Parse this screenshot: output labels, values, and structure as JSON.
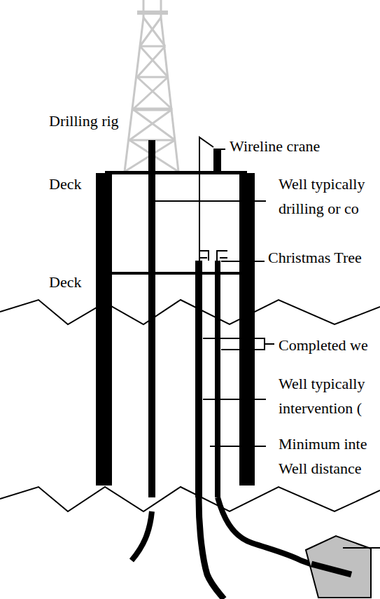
{
  "diagram": {
    "labels": [
      "Drilling rig",
      "Wireline crane",
      "Deck",
      "Well typically drilling or co",
      "Christmas Tree",
      "Deck",
      "Completed we",
      "Well typically intervention (",
      "Minimum inte Well distance"
    ]
  }
}
